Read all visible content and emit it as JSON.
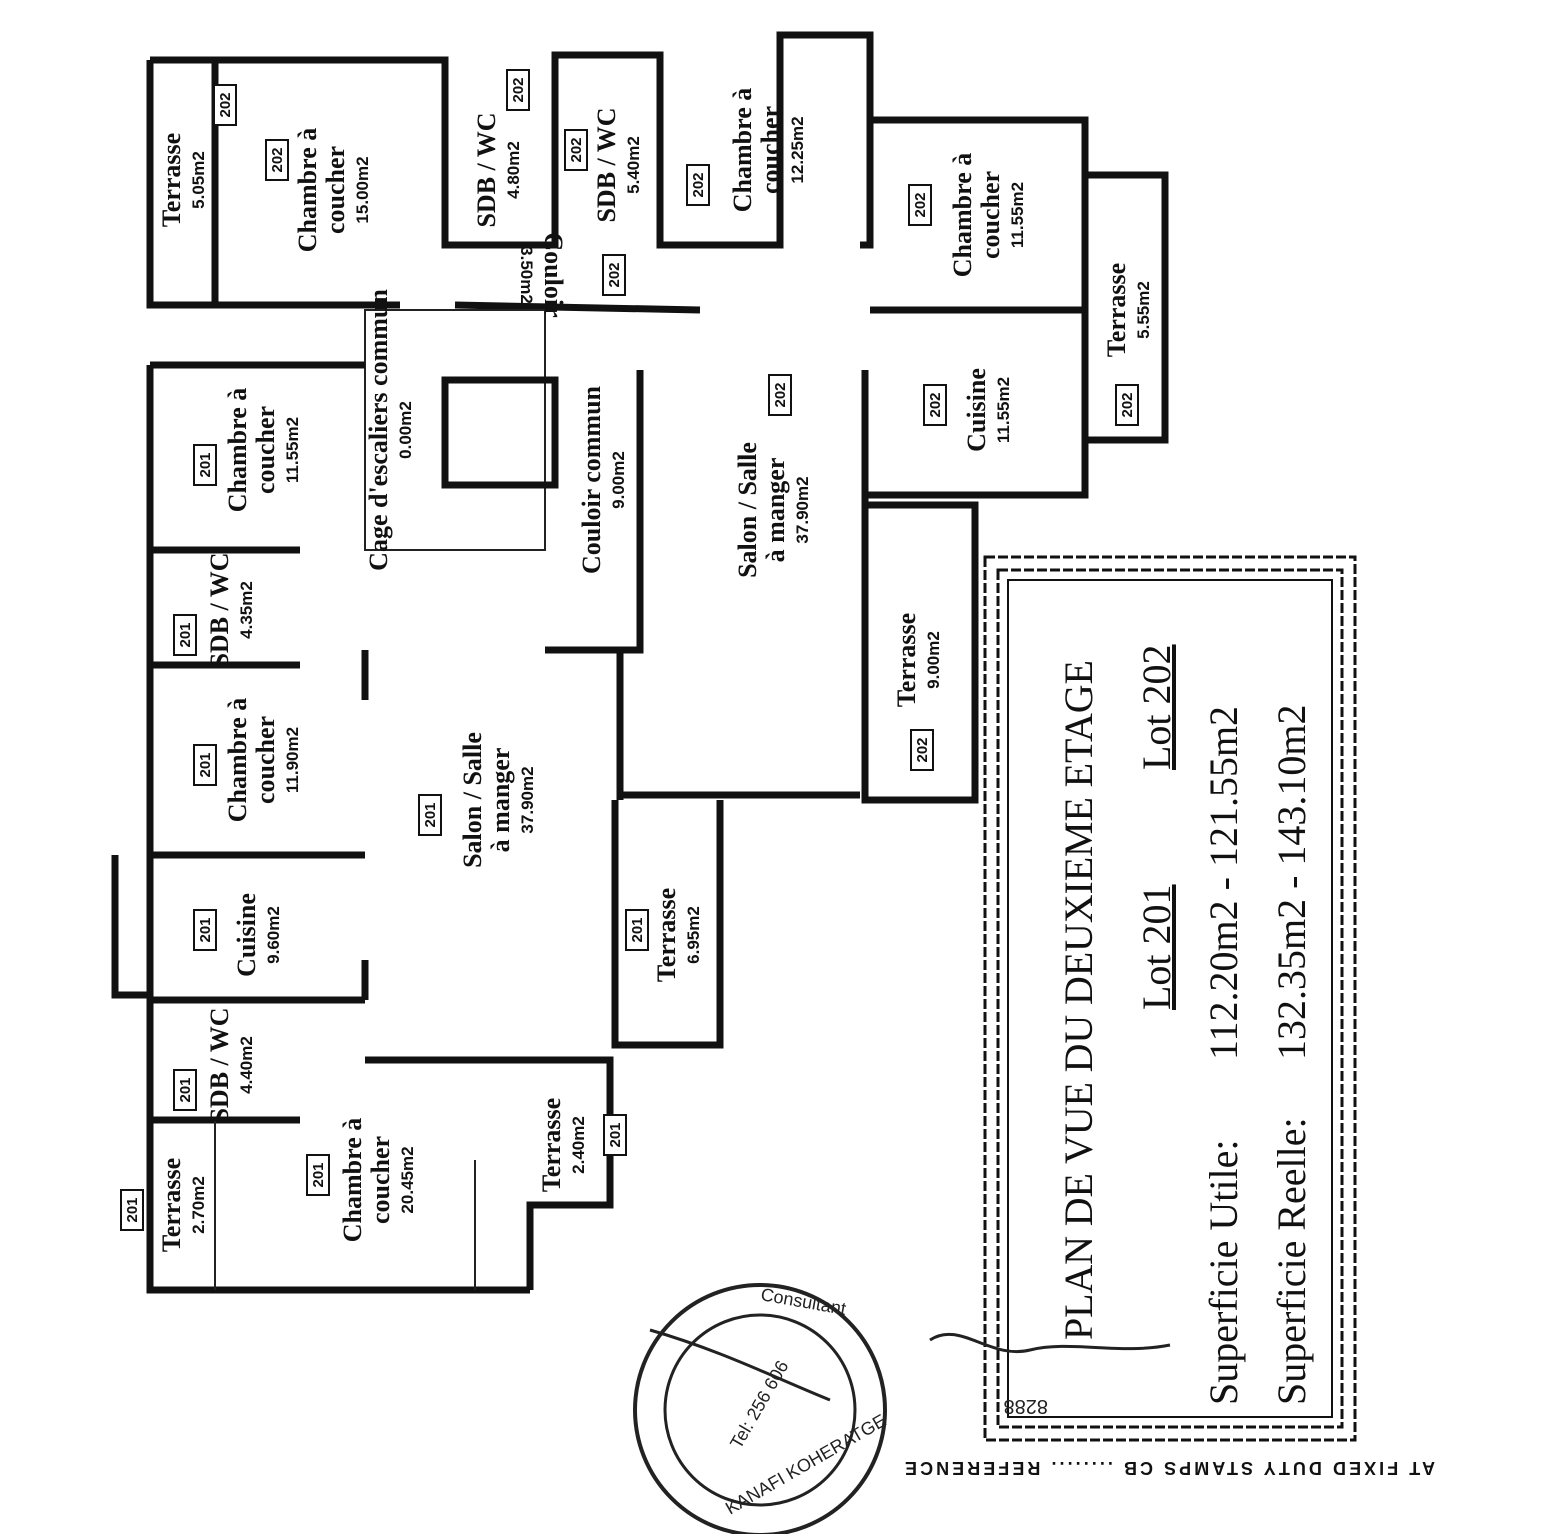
{
  "rooms": [
    {
      "lot": "202",
      "name": [
        "Terrasse"
      ],
      "area": "5.05m2"
    },
    {
      "lot": "202",
      "name": [
        "Chambre à",
        "coucher"
      ],
      "area": "15.00m2"
    },
    {
      "lot": "202",
      "name": [
        "SDB / WC"
      ],
      "area": "4.80m2"
    },
    {
      "lot": "202",
      "name": [
        "SDB / WC"
      ],
      "area": "5.40m2"
    },
    {
      "lot": "202",
      "name": [
        "Chambre à",
        "coucher"
      ],
      "area": "12.25m2"
    },
    {
      "lot": "202",
      "name": [
        "Chambre à",
        "coucher"
      ],
      "area": "11.55m2"
    },
    {
      "lot": "202",
      "name": [
        "Couloir"
      ],
      "area": "3.50m2"
    },
    {
      "lot": "202",
      "name": [
        "Terrasse"
      ],
      "area": "5.55m2"
    },
    {
      "lot": "202",
      "name": [
        "Cuisine"
      ],
      "area": "11.55m2"
    },
    {
      "lot": "202",
      "name": [
        "Salon / Salle",
        "à manger"
      ],
      "area": "37.90m2"
    },
    {
      "lot": "202",
      "name": [
        "Terrasse"
      ],
      "area": "9.00m2"
    },
    {
      "lot": "",
      "name": [
        "Cage d'escaliers commun"
      ],
      "area": "0.00m2"
    },
    {
      "lot": "",
      "name": [
        "Couloir commun"
      ],
      "area": "9.00m2"
    },
    {
      "lot": "201",
      "name": [
        "Chambre à",
        "coucher"
      ],
      "area": "11.55m2"
    },
    {
      "lot": "201",
      "name": [
        "SDB / WC"
      ],
      "area": "4.35m2"
    },
    {
      "lot": "201",
      "name": [
        "Chambre à",
        "coucher"
      ],
      "area": "11.90m2"
    },
    {
      "lot": "201",
      "name": [
        "Salon / Salle",
        "à manger"
      ],
      "area": "37.90m2"
    },
    {
      "lot": "201",
      "name": [
        "Cuisine"
      ],
      "area": "9.60m2"
    },
    {
      "lot": "201",
      "name": [
        "Terrasse"
      ],
      "area": "6.95m2"
    },
    {
      "lot": "201",
      "name": [
        "SDB / WC"
      ],
      "area": "4.40m2"
    },
    {
      "lot": "201",
      "name": [
        "Chambre à",
        "coucher"
      ],
      "area": "20.45m2"
    },
    {
      "lot": "201",
      "name": [
        "Terrasse"
      ],
      "area": "2.40m2"
    },
    {
      "lot": "201",
      "name": [
        "Terrasse"
      ],
      "area": "2.70m2"
    }
  ],
  "title_block": {
    "title": "PLAN DE VUE DU DEUXIEME ETAGE",
    "lot_a": "Lot 201",
    "lot_b": "Lot 202",
    "utile_label": "Superficie Utile:",
    "utile_values": "112.20m2  -  121.55m2",
    "reelle_label": "Superficie Reelle:",
    "reelle_values": "132.35m2  -  143.10m2"
  },
  "stamp": {
    "text_top": "Consultant",
    "text_bottom": "KANAFI KOHERATGE",
    "tel": "Tel: 256 606"
  },
  "stamp_strip": "AT FIXED DUTY STAMPS CB ........ REFERENCE",
  "stamp_number": "8288"
}
